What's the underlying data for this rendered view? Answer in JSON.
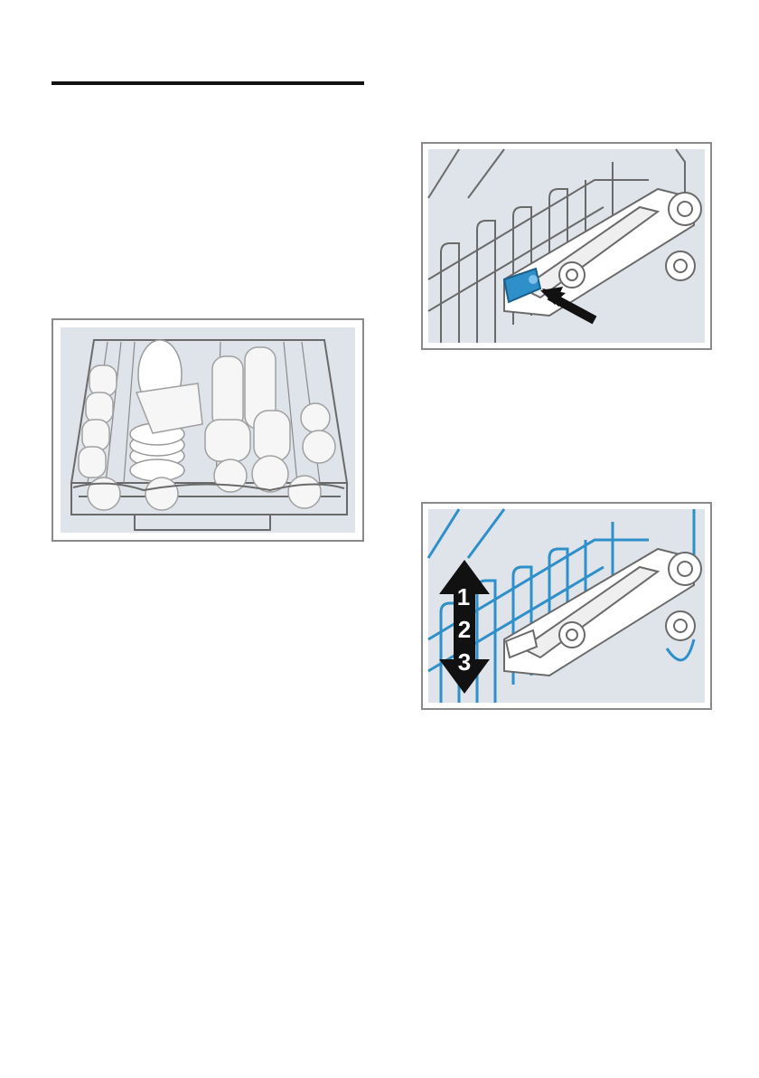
{
  "figures": {
    "height_adjust": {
      "levels": [
        "1",
        "2",
        "3"
      ],
      "highlight_color": "#2e8fc9"
    },
    "lever": {
      "highlight_color": "#2e8fc9"
    }
  },
  "colors": {
    "panel_background": "#dfe4ea",
    "frame_border": "#8a8a8a",
    "wire": "#6a6a6a",
    "highlight_blue": "#2e8fc9"
  }
}
